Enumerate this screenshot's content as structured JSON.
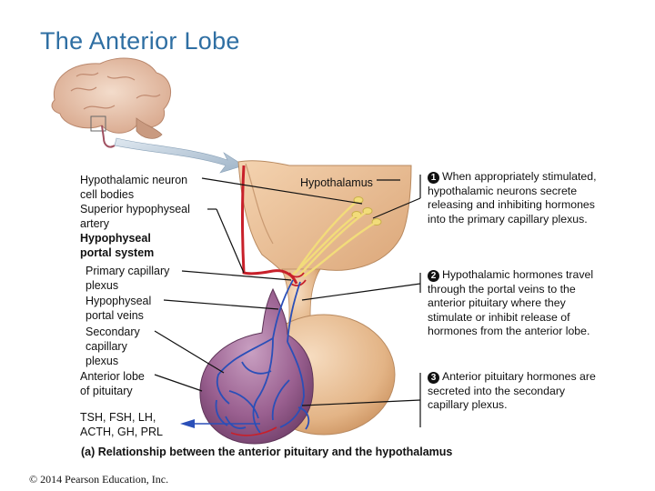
{
  "title": "The Anterior Lobe",
  "labels": {
    "hypothalamic_neuron": [
      "Hypothalamic neuron",
      "cell bodies"
    ],
    "superior_artery": [
      "Superior hypophyseal",
      "artery"
    ],
    "portal_system": [
      "Hypophyseal",
      "portal system"
    ],
    "primary_plexus": [
      "Primary capillary",
      "plexus"
    ],
    "portal_veins": [
      "Hypophyseal",
      "portal veins"
    ],
    "secondary_plexus": [
      "Secondary",
      "capillary",
      "plexus"
    ],
    "anterior_lobe": [
      "Anterior lobe",
      "of pituitary"
    ],
    "hormones": [
      "TSH, FSH, LH,",
      "ACTH, GH, PRL"
    ],
    "hypothalamus": "Hypothalamus"
  },
  "steps": [
    {
      "number": "1",
      "text": "When appropriately stimulated, hypothalamic neurons secrete releasing and inhibiting hormones into the primary capillary plexus."
    },
    {
      "number": "2",
      "text": "Hypothalamic hormones travel through the portal veins to the anterior pituitary where they stimulate or inhibit release of hormones from the anterior lobe."
    },
    {
      "number": "3",
      "text": "Anterior pituitary hormones are secreted into the secondary capillary plexus."
    }
  ],
  "caption": "(a) Relationship between the anterior pituitary and the hypothalamus",
  "copyright": "© 2014 Pearson Education, Inc.",
  "colors": {
    "title": "#2f6fa3",
    "brain": "#e6c3a6",
    "tissue": "#e8b88a",
    "anterior_lobe": "#9a6090",
    "artery": "#c8202a",
    "vein": "#2a4fb8",
    "neuron": "#f2dc7a"
  }
}
